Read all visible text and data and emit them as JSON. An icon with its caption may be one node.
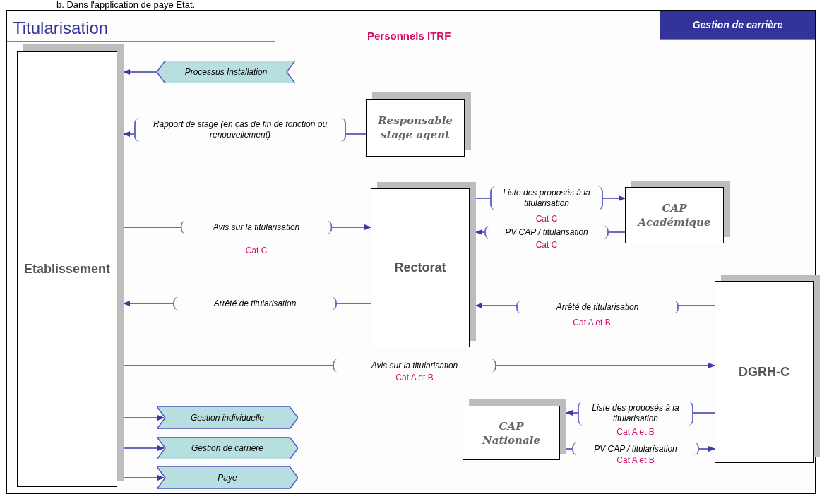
{
  "diagram": {
    "title": "Titularisation",
    "nodes": [
      {
        "text": [
          "Etablissement"
        ]
      },
      {
        "text": [
          "Processus Installation"
        ]
      },
      {
        "text": [
          "Responsable stage agent"
        ]
      },
      {
        "text": [
          "Rectorat"
        ]
      },
      {
        "text": [
          "CAP Académique"
        ]
      },
      {
        "text": [
          "DGRH-C"
        ]
      },
      {
        "text": [
          "CAP Nationale"
        ]
      },
      {
        "text": [
          "Gestion individuelle"
        ]
      },
      {
        "text": [
          "Gestion de carrière"
        ]
      },
      {
        "text": [
          "Paye"
        ]
      }
    ],
    "edges": [
      {
        "from": 1,
        "to": 0,
        "arrow": "to"
      },
      {
        "from": 2,
        "to": 0,
        "arrow": "to",
        "label": "Rapport de stage (en cas de fin de fonction ou renouvellement)"
      },
      {
        "from": 0,
        "to": 3,
        "arrow": "to",
        "label": "Avis sur la titularisation"
      },
      {
        "from": 3,
        "to": 0,
        "arrow": "to",
        "label": "Arrêté de titularisation"
      },
      {
        "from": 3,
        "to": 4,
        "arrow": "to",
        "label": "Liste des proposés à la titularisation"
      },
      {
        "from": 4,
        "to": 3,
        "arrow": "to",
        "label": "PV CAP / titularisation"
      },
      {
        "from": 5,
        "to": 3,
        "arrow": "to",
        "label": "Arrêté de titularisation"
      },
      {
        "from": 0,
        "to": 5,
        "arrow": "to",
        "label": "Avis sur la titularisation"
      },
      {
        "from": 5,
        "to": 6,
        "arrow": "to",
        "label": "Liste des proposés à la titularisation"
      },
      {
        "from": 6,
        "to": 5,
        "arrow": "to",
        "label": "PV CAP / titularisation"
      },
      {
        "from": 0,
        "to": 7,
        "arrow": "to"
      },
      {
        "from": 0,
        "to": 8,
        "arrow": "to"
      },
      {
        "from": 0,
        "to": 9,
        "arrow": "to"
      }
    ],
    "labels": [
      "b. Dans l'application de paye Etat.",
      "Personnels ITRF",
      "Gestion de carrière",
      "Cat C",
      "Cat C",
      "Cat C",
      "Cat A et B",
      "Cat A et B",
      "Cat A et B",
      "Cat A et B"
    ]
  }
}
